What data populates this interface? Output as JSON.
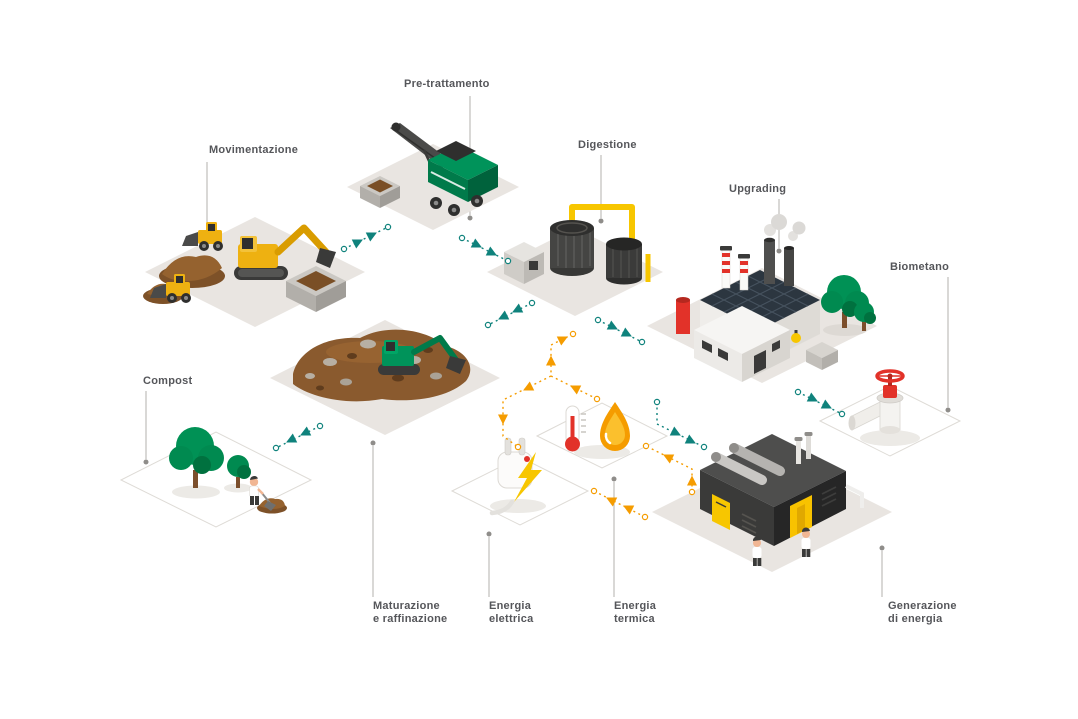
{
  "diagram": {
    "nodes": {
      "movimentazione": {
        "label": "Movimentazione"
      },
      "pretrattamento": {
        "label": "Pre-trattamento"
      },
      "digestione": {
        "label": "Digestione"
      },
      "upgrading": {
        "label": "Upgrading"
      },
      "biometano": {
        "label": "Biometano"
      },
      "compost": {
        "label": "Compost"
      },
      "maturazione": {
        "lines": [
          "Maturazione",
          "e raffinazione"
        ]
      },
      "energia_elettrica": {
        "lines": [
          "Energia",
          "elettrica"
        ]
      },
      "energia_termica": {
        "lines": [
          "Energia",
          "termica"
        ]
      },
      "generazione": {
        "lines": [
          "Generazione",
          "di energia"
        ]
      }
    },
    "colors": {
      "label_text": "#55565a",
      "flow_material_teal": "#0f827c",
      "flow_energy_orange": "#f59c00",
      "platform_beige": "#e9e5e1",
      "platform_white": "#ffffff",
      "accent_green": "#00935a",
      "accent_yellow": "#f7c600",
      "accent_red": "#e23229",
      "accent_dark": "#3a3a39",
      "soil_brown": "#8a5a2e"
    }
  }
}
